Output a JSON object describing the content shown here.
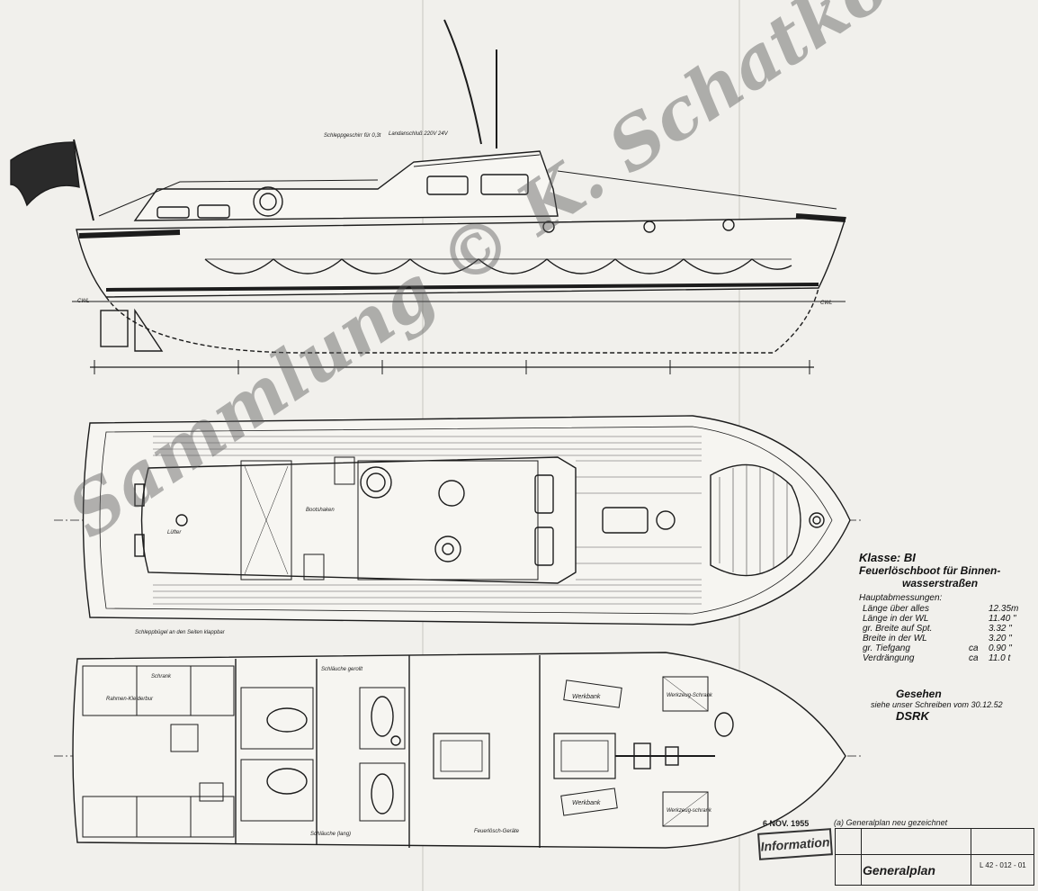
{
  "side_view": {
    "callout_tow": "Schleppgeschirr für 0,3t",
    "callout_shore": "Landanschluß 220V 24V",
    "cwl_left": "CWL",
    "cwl_right": "CWL"
  },
  "deck_plan": {
    "room_bootshaken": "Bootshaken",
    "item_luefter": "Lüfter",
    "callout_schlepp": "Schleppbügel an den Seiten klappbar"
  },
  "interior_plan": {
    "schlauche_top": "Schläuche gerollt",
    "schlauche_bottom": "Schläuche (lang)",
    "werkbank_top": "Werkbank",
    "werkbank_bottom": "Werkbank",
    "werkzeug_top": "Werkzeug-Schrank",
    "werkzeug_bottom": "Werkzeug-schrank",
    "rahmen": "Rahmen-Kleiderbur",
    "schrank": "Schrank",
    "feuerloesch": "Feuerlösch-Geräte"
  },
  "specs": {
    "class": "Klasse: BI",
    "vessel_line1": "Feuerlöschboot für Binnen-",
    "vessel_line2": "wasserstraßen",
    "dims_title": "Hauptabmessungen:",
    "rows": [
      {
        "label": "Länge über alles",
        "qual": "",
        "value": "12.35m"
      },
      {
        "label": "Länge in der WL",
        "qual": "",
        "value": "11.40 \""
      },
      {
        "label": "gr. Breite auf Spt.",
        "qual": "",
        "value": "3.32 \""
      },
      {
        "label": "Breite in der WL",
        "qual": "",
        "value": "3.20 \""
      },
      {
        "label": "gr. Tiefgang",
        "qual": "ca",
        "value": "0.90 \""
      },
      {
        "label": "Verdrängung",
        "qual": "ca",
        "value": "11.0 t"
      }
    ]
  },
  "approval": {
    "heading": "Gesehen",
    "text": "siehe unser Schreiben vom 30.12.52",
    "org": "DSRK"
  },
  "title_block": {
    "note": "(a) Generalplan neu gezeichnet",
    "title": "Generalplan",
    "drawing_no": "L 42 - 012 - 01"
  },
  "stamp": {
    "date": "6 NOV. 1955",
    "text": "Information"
  },
  "watermark": "Sammlung © K. Schatkowski",
  "colors": {
    "paper": "#f1f0ec",
    "ink": "#1c1c1c",
    "watermark": "#5a5a5a"
  }
}
